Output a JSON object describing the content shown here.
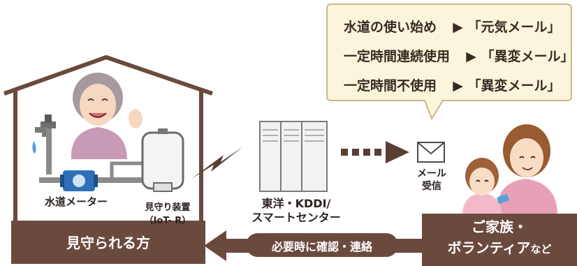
{
  "bubble": {
    "rows": [
      {
        "event": "水道の使い始め",
        "arrow": "▶",
        "mail": "「元気メール」"
      },
      {
        "event": "一定時間連続使用",
        "arrow": "▶",
        "mail": "「異変メール」"
      },
      {
        "event": "一定時間不使用",
        "arrow": "▶",
        "mail": "「異変メール」"
      }
    ]
  },
  "house": {
    "meter_label": "水道メーター",
    "device_label_line1": "見守り装置",
    "device_label_line2": "（IoT- R）",
    "footer_label": "見守られる方"
  },
  "center": {
    "label_line1": "東洋・KDDI/",
    "label_line2": "スマートセンター"
  },
  "mail": {
    "label_line1": "メール",
    "label_line2": "受信"
  },
  "family": {
    "label_line1": "ご家族・",
    "label_line2_main": "ボランティア",
    "label_line2_suffix": "など"
  },
  "bottom_arrow": {
    "label": "必要時に確認・連絡"
  },
  "colors": {
    "brown_dark": "#6b4a3e",
    "bubble_fill": "#fbf5dc",
    "bubble_border": "#c9b98a",
    "pipe_gray": "#8a8a8a",
    "meter_blue": "#2f6fb7"
  }
}
